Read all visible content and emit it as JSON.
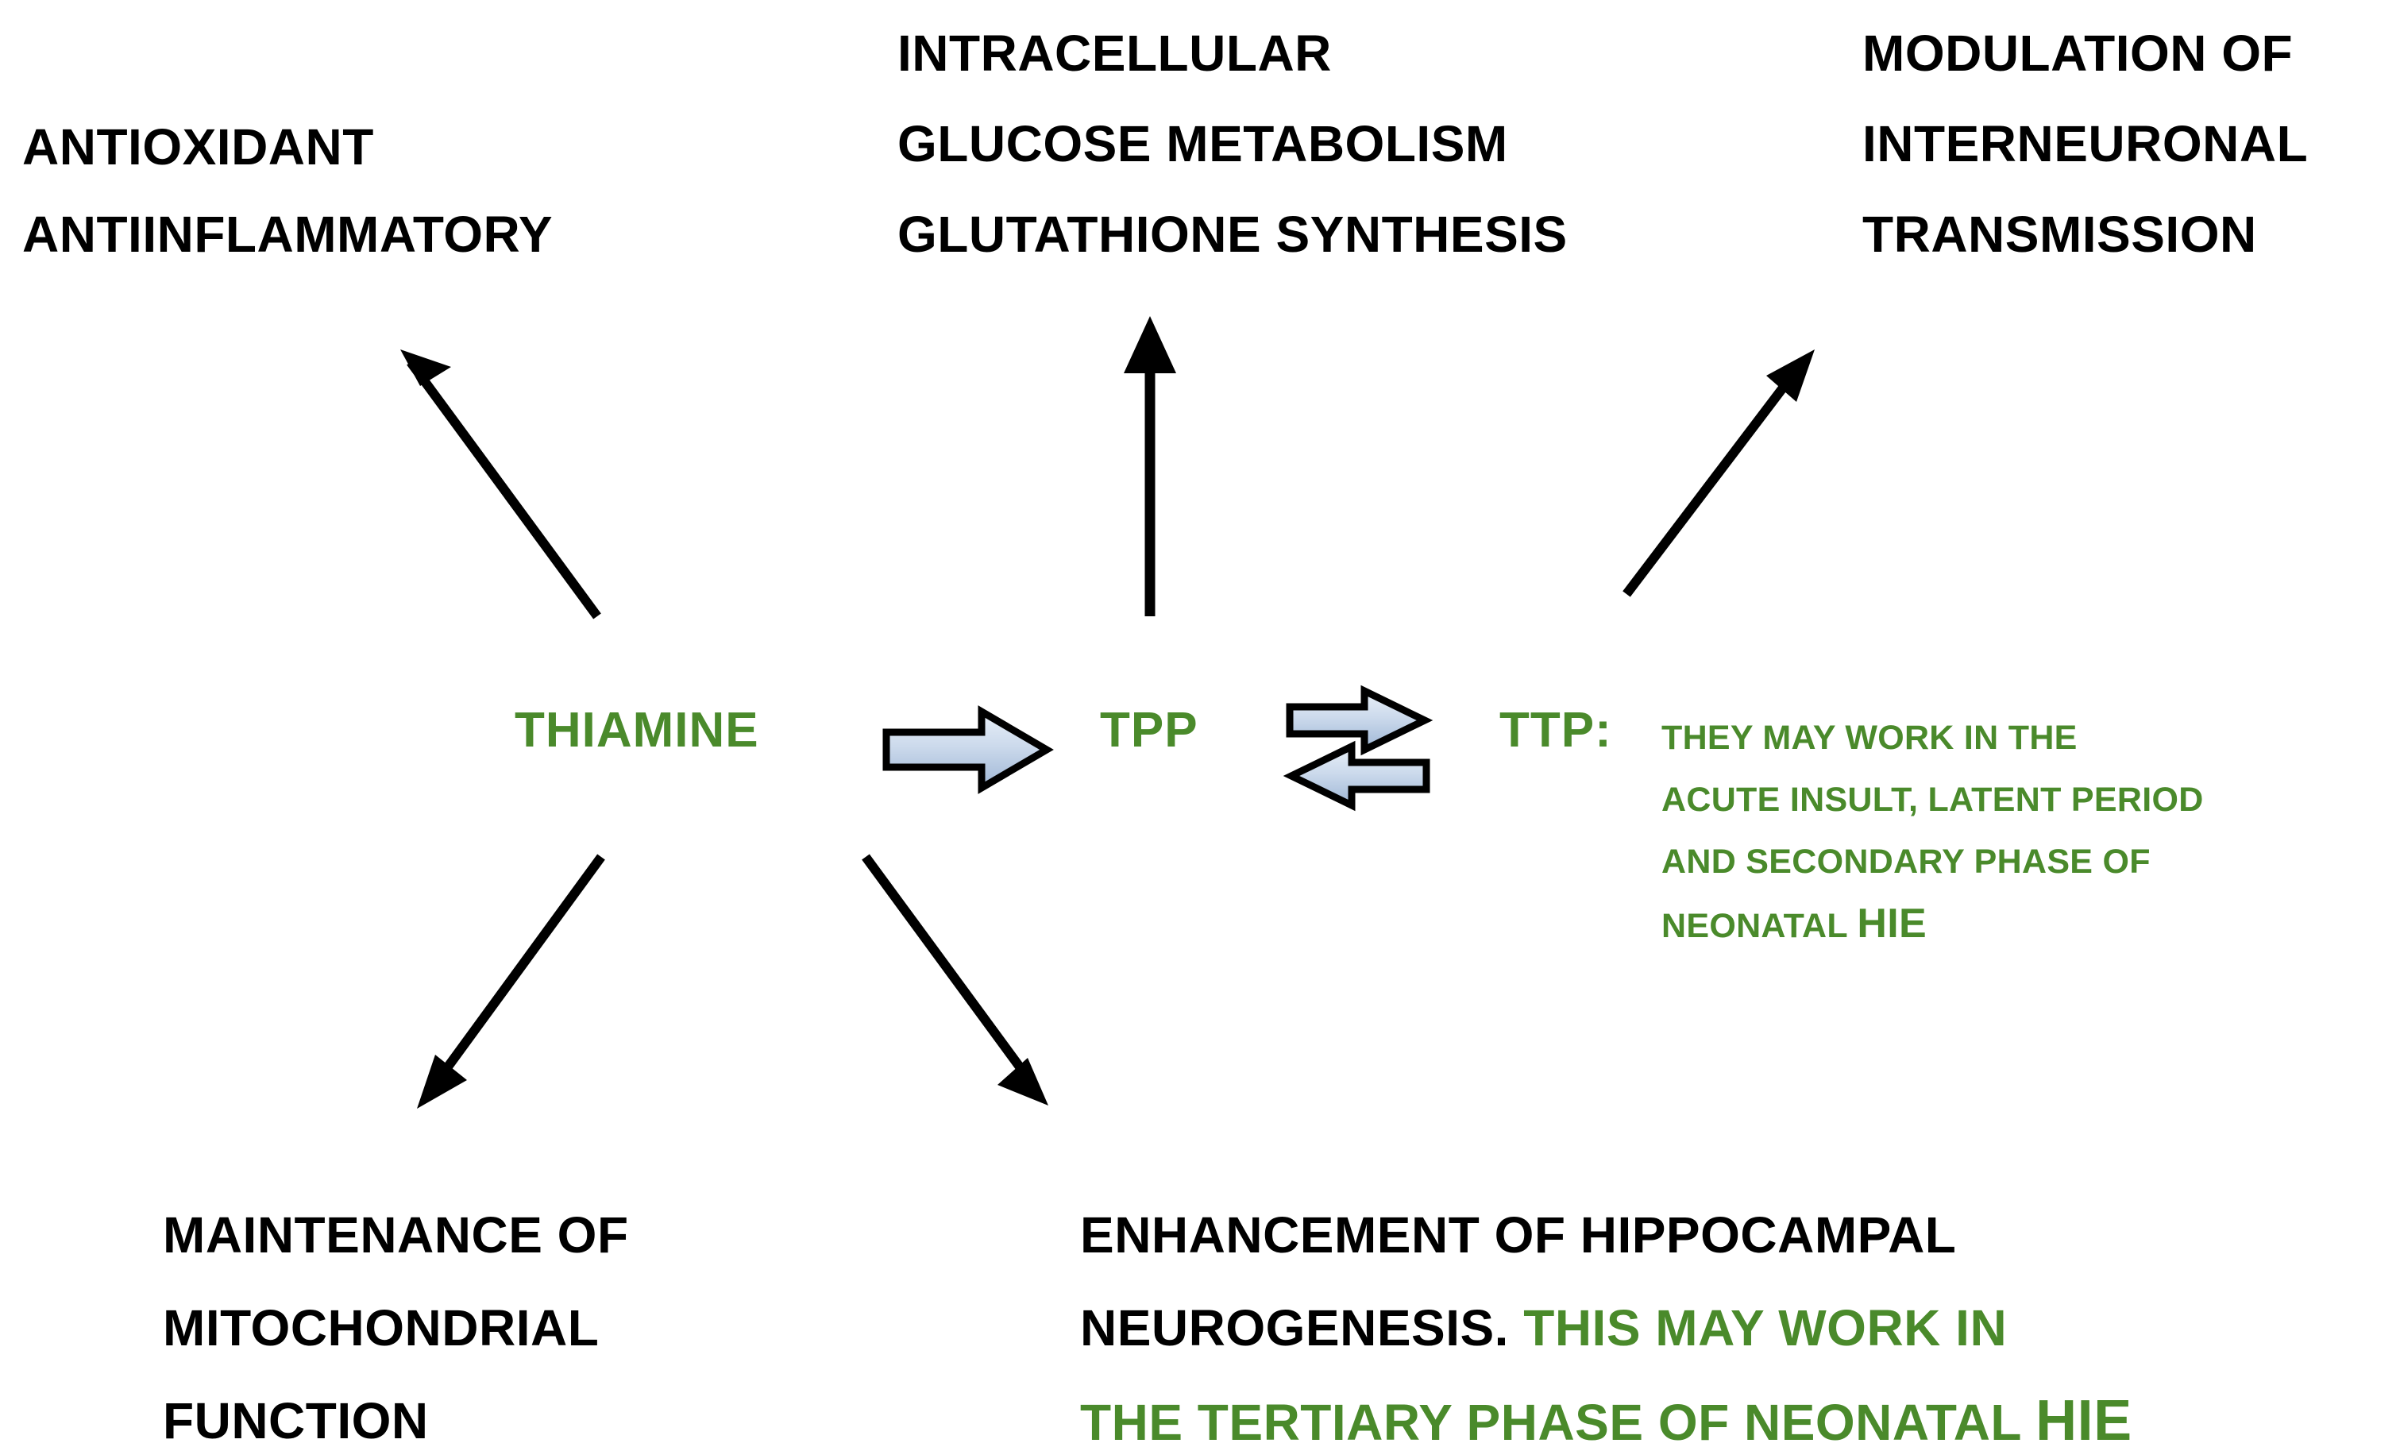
{
  "diagram": {
    "title_terms": {
      "thiamine": "THIAMINE",
      "tpp": "TPP",
      "ttp": "TTP:"
    },
    "ttp_note": {
      "text": "THEY MAY WORK IN THE\nACUTE INSULT, LATENT PERIOD\nAND SECONDARY PHASE OF\nNEONATAL ",
      "emphasis": "HIE"
    },
    "outcomes": {
      "top_left": "ANTIOXIDANT\nANTIINFLAMMATORY",
      "top_center": "INTRACELLULAR\nGLUCOSE METABOLISM\nGLUTATHIONE SYNTHESIS",
      "top_right": "MODULATION OF\nINTERNEURONAL\nTRANSMISSION",
      "bottom_left": "MAINTENANCE OF\nMITOCHONDRIAL\nFUNCTION",
      "bottom_right_black": "ENHANCEMENT OF HIPPOCAMPAL\nNEUROGENESIS. ",
      "bottom_right_green": "THIS MAY WORK IN\nTHE TERTIARY PHASE OF NEONATAL ",
      "bottom_right_emphasis": "HIE"
    },
    "arrows": {
      "thiamine_to_tpp": "right-block-arrow-icon",
      "tpp_to_ttp_forward": "right-block-arrow-icon",
      "ttp_to_tpp_reverse": "left-block-arrow-icon",
      "to_top_left": "diagonal-up-left-arrow-icon",
      "to_top_center": "up-arrow-icon",
      "to_top_right": "diagonal-up-right-arrow-icon",
      "to_bottom_left": "diagonal-down-left-arrow-icon",
      "to_bottom_right": "diagonal-down-right-arrow-icon"
    },
    "colors": {
      "green": "#4a8a2b",
      "black": "#000000",
      "block_arrow_fill": "#c6d5ea",
      "block_arrow_stroke": "#000000",
      "background": "#ffffff"
    }
  }
}
